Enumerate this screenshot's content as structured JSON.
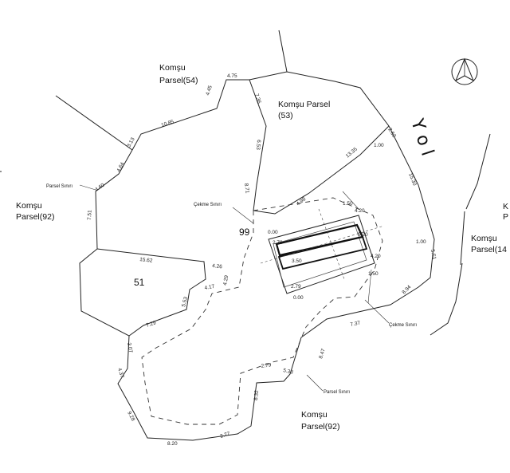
{
  "labels": {
    "komsu_54_line1": "Komşu",
    "komsu_54_line2": "Parsel(54)",
    "komsu_53_line1": "Komşu Parsel",
    "komsu_53_line2": "(53)",
    "komsu_92_left_line1": "Komşu",
    "komsu_92_left_line2": "Parsel(92)",
    "komsu_92_bottom_line1": "Komşu",
    "komsu_92_bottom_line2": "Parsel(92)",
    "komsu_14_line1": "Komşu",
    "komsu_14_line2": "Parsel(14",
    "cut_k": "K",
    "cut_p": "P",
    "parcel_99": "99",
    "parcel_51": "51",
    "road": "Y o l",
    "parsel_siniri_left": "Parsel Sınırı",
    "parsel_siniri_bottom": "Parsel Sınırı",
    "cekme_siniri_top": "Çekme Sınırı",
    "cekme_siniri_right": "Çekme Sınırı"
  },
  "dimensions": [
    "4.75",
    "4.45",
    "7.36",
    "10.85",
    "3.13",
    "4.64",
    "4.60",
    "7.51",
    "6.53",
    "13.35",
    "2.62",
    "8.71",
    "4.98",
    "15.30",
    "5.61",
    "8.94",
    "15.62",
    "4.26",
    "4.29",
    "4.17",
    "5.53",
    "7.29",
    "7.37",
    "8.47",
    "2.79",
    "5.33",
    "8.32",
    "2.77",
    "8.20",
    "9.28",
    "4.37",
    "3.07"
  ],
  "elevations": [
    "1.00",
    "1.50",
    "4.20",
    "0.00",
    "2.79",
    "5.20",
    "3.50",
    "4.20",
    "1.50",
    "2.79",
    "0.00",
    "1.00"
  ],
  "colors": {
    "line": "#222222",
    "background": "#ffffff"
  },
  "icons": [
    "north-arrow-icon"
  ]
}
